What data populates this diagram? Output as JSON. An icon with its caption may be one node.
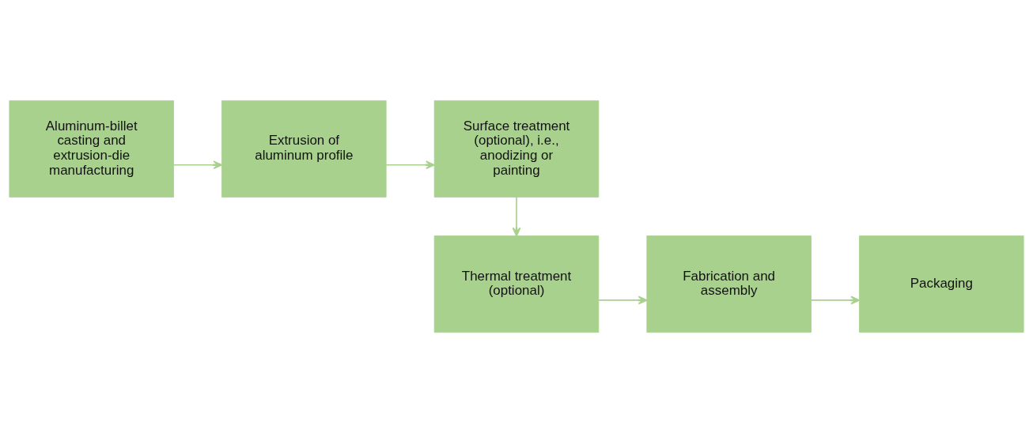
{
  "diagram": {
    "nodes": [
      {
        "text": [
          "Aluminum-billet casting and extrusion-die manufacturing"
        ]
      },
      {
        "text": [
          "Extrusion of aluminum profile"
        ]
      },
      {
        "text": [
          "Surface treatment (optional), i.e., anodizing or painting"
        ]
      },
      {
        "text": [
          "Thermal treatment (optional)"
        ]
      },
      {
        "text": [
          "Fabrication and assembly"
        ]
      },
      {
        "text": [
          "Packaging"
        ]
      }
    ],
    "edges": [
      {
        "from": 0,
        "to": 1,
        "arrow": "to"
      },
      {
        "from": 1,
        "to": 2,
        "arrow": "to"
      },
      {
        "from": 2,
        "to": 3,
        "arrow": "to"
      },
      {
        "from": 3,
        "to": 4,
        "arrow": "to"
      },
      {
        "from": 4,
        "to": 5,
        "arrow": "to"
      }
    ]
  }
}
